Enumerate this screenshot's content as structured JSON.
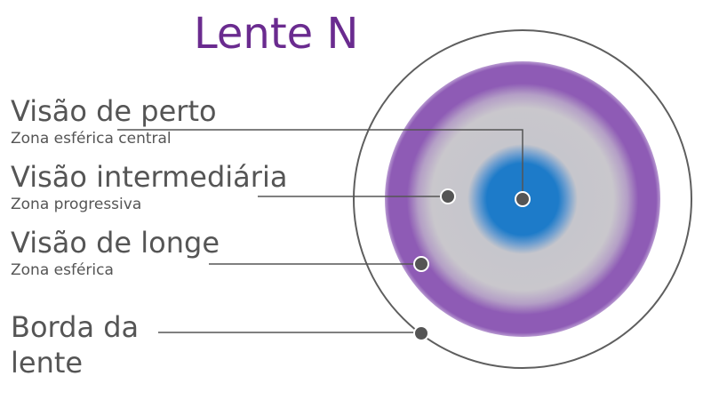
{
  "title": "Lente N",
  "labels": {
    "near": {
      "main": "Visão de perto",
      "sub": "Zona esférica central"
    },
    "intermediate": {
      "main": "Visão intermediária",
      "sub": "Zona progressiva"
    },
    "far": {
      "main": "Visão de longe",
      "sub": "Zona esférica"
    },
    "edge": {
      "line1": "Borda da",
      "line2": "lente"
    }
  },
  "colors": {
    "title": "#6a2b8f",
    "outer_ring": "#8e5bb5",
    "middle_zone": "#c9c7cc",
    "center_zone": "#1d7bc9",
    "text": "#555555",
    "leader_line": "#555555",
    "marker": "#555555"
  }
}
